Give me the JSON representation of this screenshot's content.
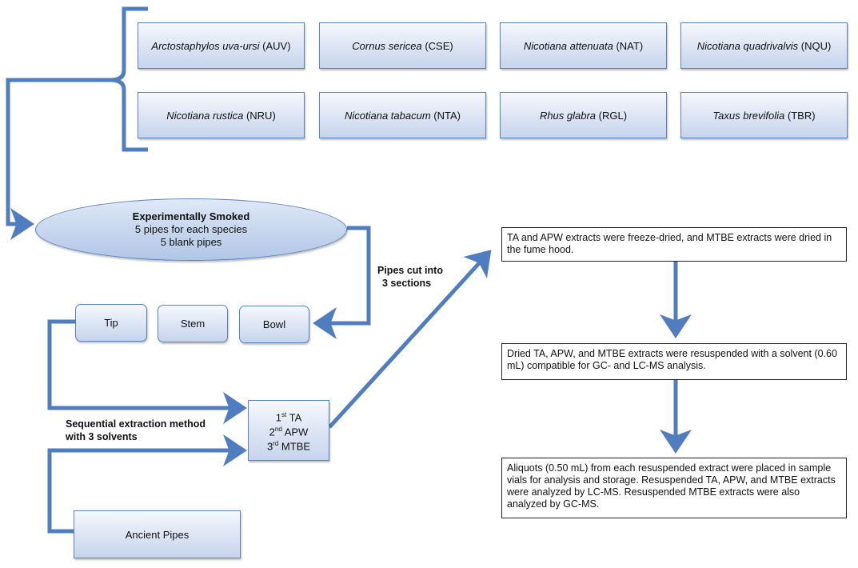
{
  "species": [
    {
      "name": "Arctostaphylos uva-ursi",
      "code": "(AUV)"
    },
    {
      "name": "Cornus sericea",
      "code": "(CSE)"
    },
    {
      "name": "Nicotiana attenuata",
      "code": "(NAT)"
    },
    {
      "name": "Nicotiana quadrivalvis",
      "code": "(NQU)"
    },
    {
      "name": "Nicotiana rustica",
      "code": "(NRU)"
    },
    {
      "name": "Nicotiana tabacum",
      "code": "(NTA)"
    },
    {
      "name": "Rhus glabra",
      "code": "(RGL)"
    },
    {
      "name": "Taxus brevifolia",
      "code": "(TBR)"
    }
  ],
  "smoked": {
    "title": "Experimentally Smoked",
    "line1": "5 pipes for each species",
    "line2": "5 blank pipes"
  },
  "pipes_cut_label": {
    "line1": "Pipes cut into",
    "line2": "3 sections"
  },
  "sections": {
    "tip": "Tip",
    "stem": "Stem",
    "bowl": "Bowl"
  },
  "extraction_label": {
    "line1": "Sequential extraction method",
    "line2": "with 3 solvents"
  },
  "solvents": [
    {
      "ord": "1",
      "sup": "st",
      "name": "TA"
    },
    {
      "ord": "2",
      "sup": "nd",
      "name": "APW"
    },
    {
      "ord": "3",
      "sup": "rd",
      "name": "MTBE"
    }
  ],
  "ancient_pipes": "Ancient Pipes",
  "steps": [
    "TA and APW extracts were freeze-dried, and MTBE extracts were dried in the fume hood.",
    "Dried TA, APW, and MTBE extracts were resuspended with a solvent (0.60 mL) compatible for GC- and LC-MS analysis.",
    "Aliquots (0.50 mL) from each resuspended extract were placed in sample vials for analysis and storage. Resuspended TA, APW, and MTBE extracts were analyzed by LC-MS. Resuspended MTBE extracts were also analyzed by GC-MS."
  ],
  "colors": {
    "connector": "#4f7dc0",
    "box_border": "#5a83bd",
    "box_fill_top": "#f5f8fd",
    "box_fill_bottom": "#c6d4ec"
  }
}
